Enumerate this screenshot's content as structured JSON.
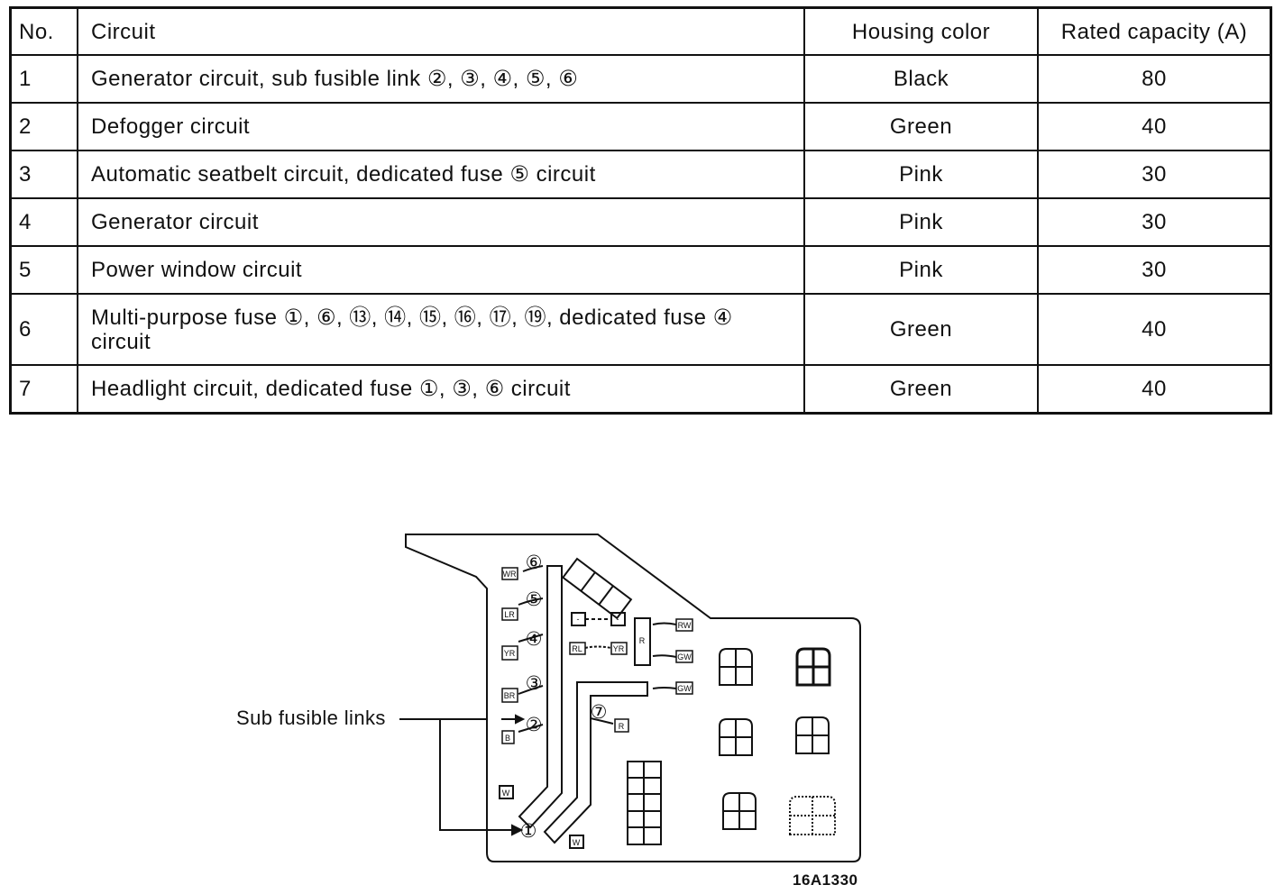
{
  "table": {
    "headers": {
      "no": "No.",
      "circuit": "Circuit",
      "housing_color": "Housing color",
      "rated_capacity": "Rated capacity (A)"
    },
    "rows": [
      {
        "no": "1",
        "circuit": "Generator circuit, sub fusible link ②, ③, ④, ⑤, ⑥",
        "housing_color": "Black",
        "rated_capacity": "80"
      },
      {
        "no": "2",
        "circuit": "Defogger circuit",
        "housing_color": "Green",
        "rated_capacity": "40"
      },
      {
        "no": "3",
        "circuit": "Automatic seatbelt circuit, dedicated fuse ⑤ circuit",
        "housing_color": "Pink",
        "rated_capacity": "30"
      },
      {
        "no": "4",
        "circuit": "Generator circuit",
        "housing_color": "Pink",
        "rated_capacity": "30"
      },
      {
        "no": "5",
        "circuit": "Power window circuit",
        "housing_color": "Pink",
        "rated_capacity": "30"
      },
      {
        "no": "6",
        "circuit": "Multi-purpose fuse ①, ⑥, ⑬, ⑭, ⑮, ⑯, ⑰, ⑲, dedicated fuse ④ circuit",
        "housing_color": "Green",
        "rated_capacity": "40"
      },
      {
        "no": "7",
        "circuit": "Headlight circuit, dedicated fuse ①, ③, ⑥ circuit",
        "housing_color": "Green",
        "rated_capacity": "40"
      }
    ]
  },
  "diagram": {
    "callout_label": "Sub fusible links",
    "figure_code": "16A1330",
    "link_numbers": [
      "①",
      "②",
      "③",
      "④",
      "⑤",
      "⑥",
      "⑦"
    ],
    "wire_tags": [
      "WR",
      "LR",
      "YR",
      "BR",
      "B",
      "W",
      "W",
      "R",
      "RW",
      "GW",
      "GW",
      "RL",
      "YR",
      "R",
      "-",
      "-"
    ]
  }
}
